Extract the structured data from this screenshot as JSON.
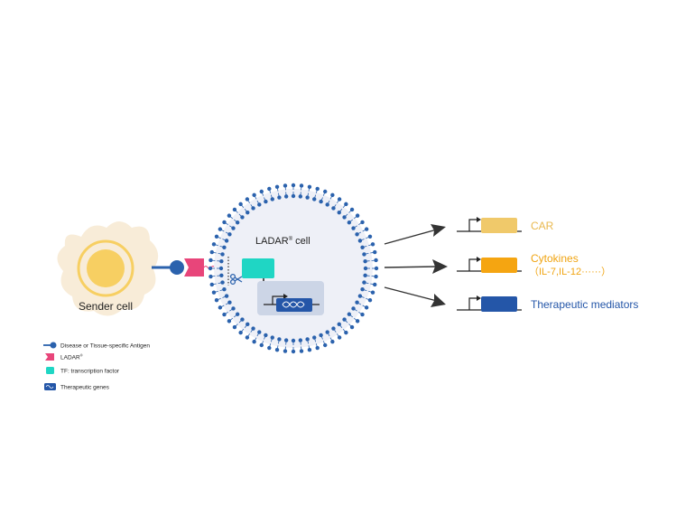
{
  "sender": {
    "label": "Sender cell"
  },
  "ladar_cell": {
    "label_main": "LADAR",
    "label_sup": "®",
    "label_tail": " cell"
  },
  "outputs": [
    {
      "label": "CAR",
      "color": "#f0c96a",
      "text_color": "#e9b84e"
    },
    {
      "label": "Cytokines",
      "sub": "（IL-7,IL-12······）",
      "color": "#f5a511",
      "text_color": "#f0a411"
    },
    {
      "label": "Therapeutic mediators",
      "color": "#2456a8",
      "text_color": "#2456a8"
    }
  ],
  "legend": [
    {
      "icon": "antigen-icon",
      "label": "Disease or Tissue-specific Antigen"
    },
    {
      "icon": "ladar-receptor-icon",
      "label": "LADAR",
      "sup": "®"
    },
    {
      "icon": "transcription-factor-icon",
      "label": "TF: transcription factor"
    },
    {
      "icon": "therapeutic-gene-icon",
      "label": "Therapeutic genes"
    }
  ],
  "colors": {
    "membrane": "#2b62ad",
    "cell_fill": "#eef0f7",
    "tf": "#1fd6c4",
    "ladar": "#e8457a",
    "sender_blob": "#f8ecd8",
    "sender_nucleus": "#f7cf62",
    "arrow": "#333333",
    "gene_box": "#ccd5e6"
  }
}
